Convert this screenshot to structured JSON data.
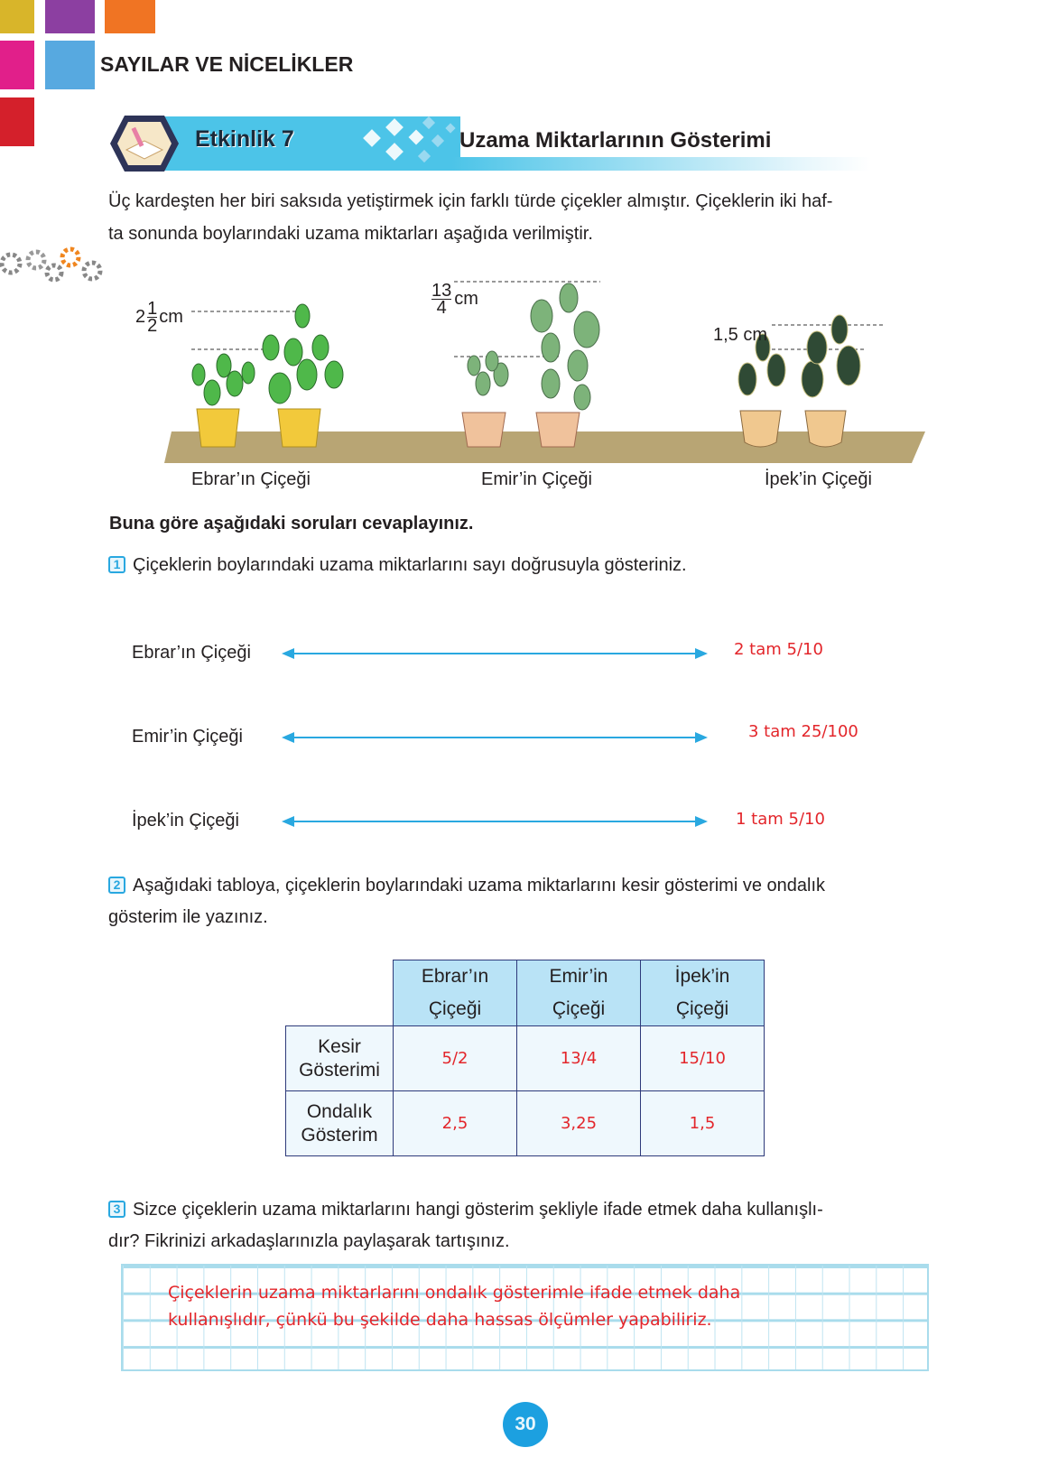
{
  "header": {
    "section_title": "SAYILAR VE NİCELİKLER",
    "colors": [
      "#d8b52a",
      "#8c3fa1",
      "#f07423",
      "#e11f8a",
      "#57a9e0",
      "#d4202b"
    ]
  },
  "activity": {
    "label": "Etkinlik 7",
    "title": "Uzama Miktarlarının Gösterimi",
    "accent": "#4cc4e8"
  },
  "intro": {
    "line1": "Üç kardeşten her biri saksıda yetiştirmek için farklı türde çiçekler almıştır. Çiçeklerin iki haf-",
    "line2": "ta sonunda boylarındaki uzama miktarları aşağıda verilmiştir."
  },
  "figure": {
    "plants": [
      {
        "label": "Ebrar’ın Çiçeği",
        "whole": "2",
        "num": "1",
        "den": "2",
        "unit": "cm"
      },
      {
        "label": "Emir’in Çiçeği",
        "num": "13",
        "den": "4",
        "unit": "cm"
      },
      {
        "label": "İpek’in Çiçeği",
        "value": "1,5 cm"
      }
    ]
  },
  "instruction": "Buna göre aşağıdaki soruları cevaplayınız.",
  "q1": {
    "number": "1",
    "text": "Çiçeklerin boylarındaki uzama miktarlarını sayı doğrusuyla gösteriniz.",
    "lines": [
      {
        "label": "Ebrar’ın Çiçeği",
        "answer": "2 tam 5/10"
      },
      {
        "label": "Emir’in Çiçeği",
        "answer": "3 tam 25/100"
      },
      {
        "label": "İpek’in Çiçeği",
        "answer": "1 tam 5/10"
      }
    ]
  },
  "q2": {
    "number": "2",
    "line1": "Aşağıdaki tabloya, çiçeklerin boylarındaki uzama miktarlarını kesir gösterimi ve ondalık",
    "line2": "gösterim ile yazınız.",
    "table": {
      "columns": [
        [
          "Ebrar’ın",
          "Çiçeği"
        ],
        [
          "Emir’in",
          "Çiçeği"
        ],
        [
          "İpek’in",
          "Çiçeği"
        ]
      ],
      "rows": [
        {
          "header": [
            "Kesir",
            "Gösterimi"
          ],
          "values": [
            "5/2",
            "13/4",
            "15/10"
          ]
        },
        {
          "header": [
            "Ondalık",
            "Gösterim"
          ],
          "values": [
            "2,5",
            "3,25",
            "1,5"
          ]
        }
      ]
    }
  },
  "q3": {
    "number": "3",
    "line1": "Sizce çiçeklerin uzama miktarlarını hangi gösterim şekliyle ifade etmek daha kullanışlı-",
    "line2": "dır? Fikrinizi arkadaşlarınızla paylaşarak tartışınız.",
    "answer_line1": "Çiçeklerin uzama miktarlarını ondalık gösterimle ifade etmek daha",
    "answer_line2": "kullanışlıdır, çünkü bu şekilde daha hassas ölçümler yapabiliriz."
  },
  "page_number": "30"
}
